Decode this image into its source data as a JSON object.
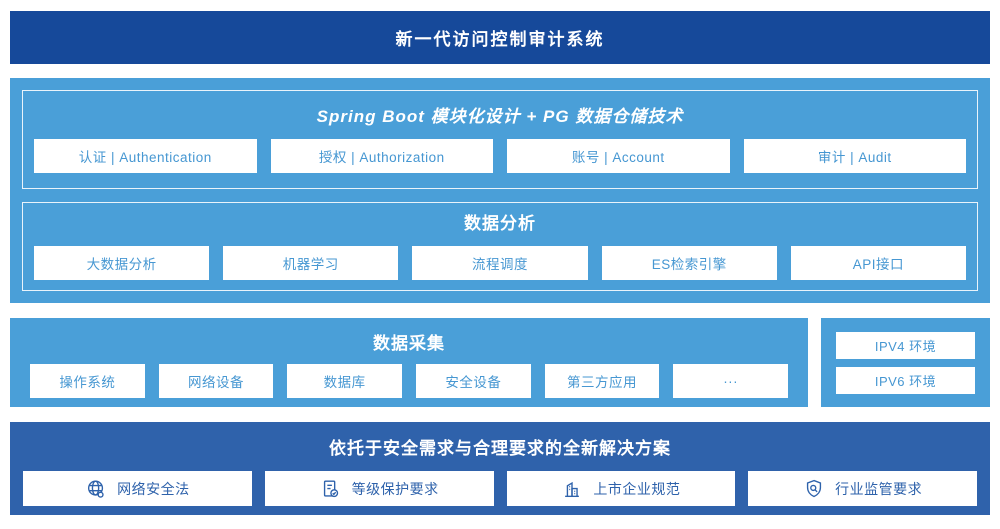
{
  "banner": {
    "title": "新一代访问控制审计系统"
  },
  "platform": {
    "spring": {
      "title": "Spring Boot 模块化设计 + PG 数据仓储技术",
      "modules": [
        "认证 | Authentication",
        "授权 | Authorization",
        "账号 | Account",
        "审计 | Audit"
      ]
    },
    "analysis": {
      "title": "数据分析",
      "modules": [
        "大数据分析",
        "机器学习",
        "流程调度",
        "ES检索引擎",
        "API接口"
      ]
    }
  },
  "collection": {
    "title": "数据采集",
    "modules": [
      "操作系统",
      "网络设备",
      "数据库",
      "安全设备",
      "第三方应用",
      "···"
    ]
  },
  "environments": {
    "items": [
      "IPV4 环境",
      "IPV6 环境"
    ]
  },
  "solution": {
    "title": "依托于安全需求与合理要求的全新解决方案",
    "items": [
      {
        "icon": "globe-icon",
        "label": "网络安全法"
      },
      {
        "icon": "document-check-icon",
        "label": "等级保护要求"
      },
      {
        "icon": "building-icon",
        "label": "上市企业规范"
      },
      {
        "icon": "shield-search-icon",
        "label": "行业监管要求"
      }
    ]
  },
  "colors": {
    "banner_bg": "#16499a",
    "panel_light_blue": "#4a9fd8",
    "solution_bg": "#2f62ab",
    "box_text_light": "#4697d2",
    "box_text_dark": "#2e62ab"
  }
}
